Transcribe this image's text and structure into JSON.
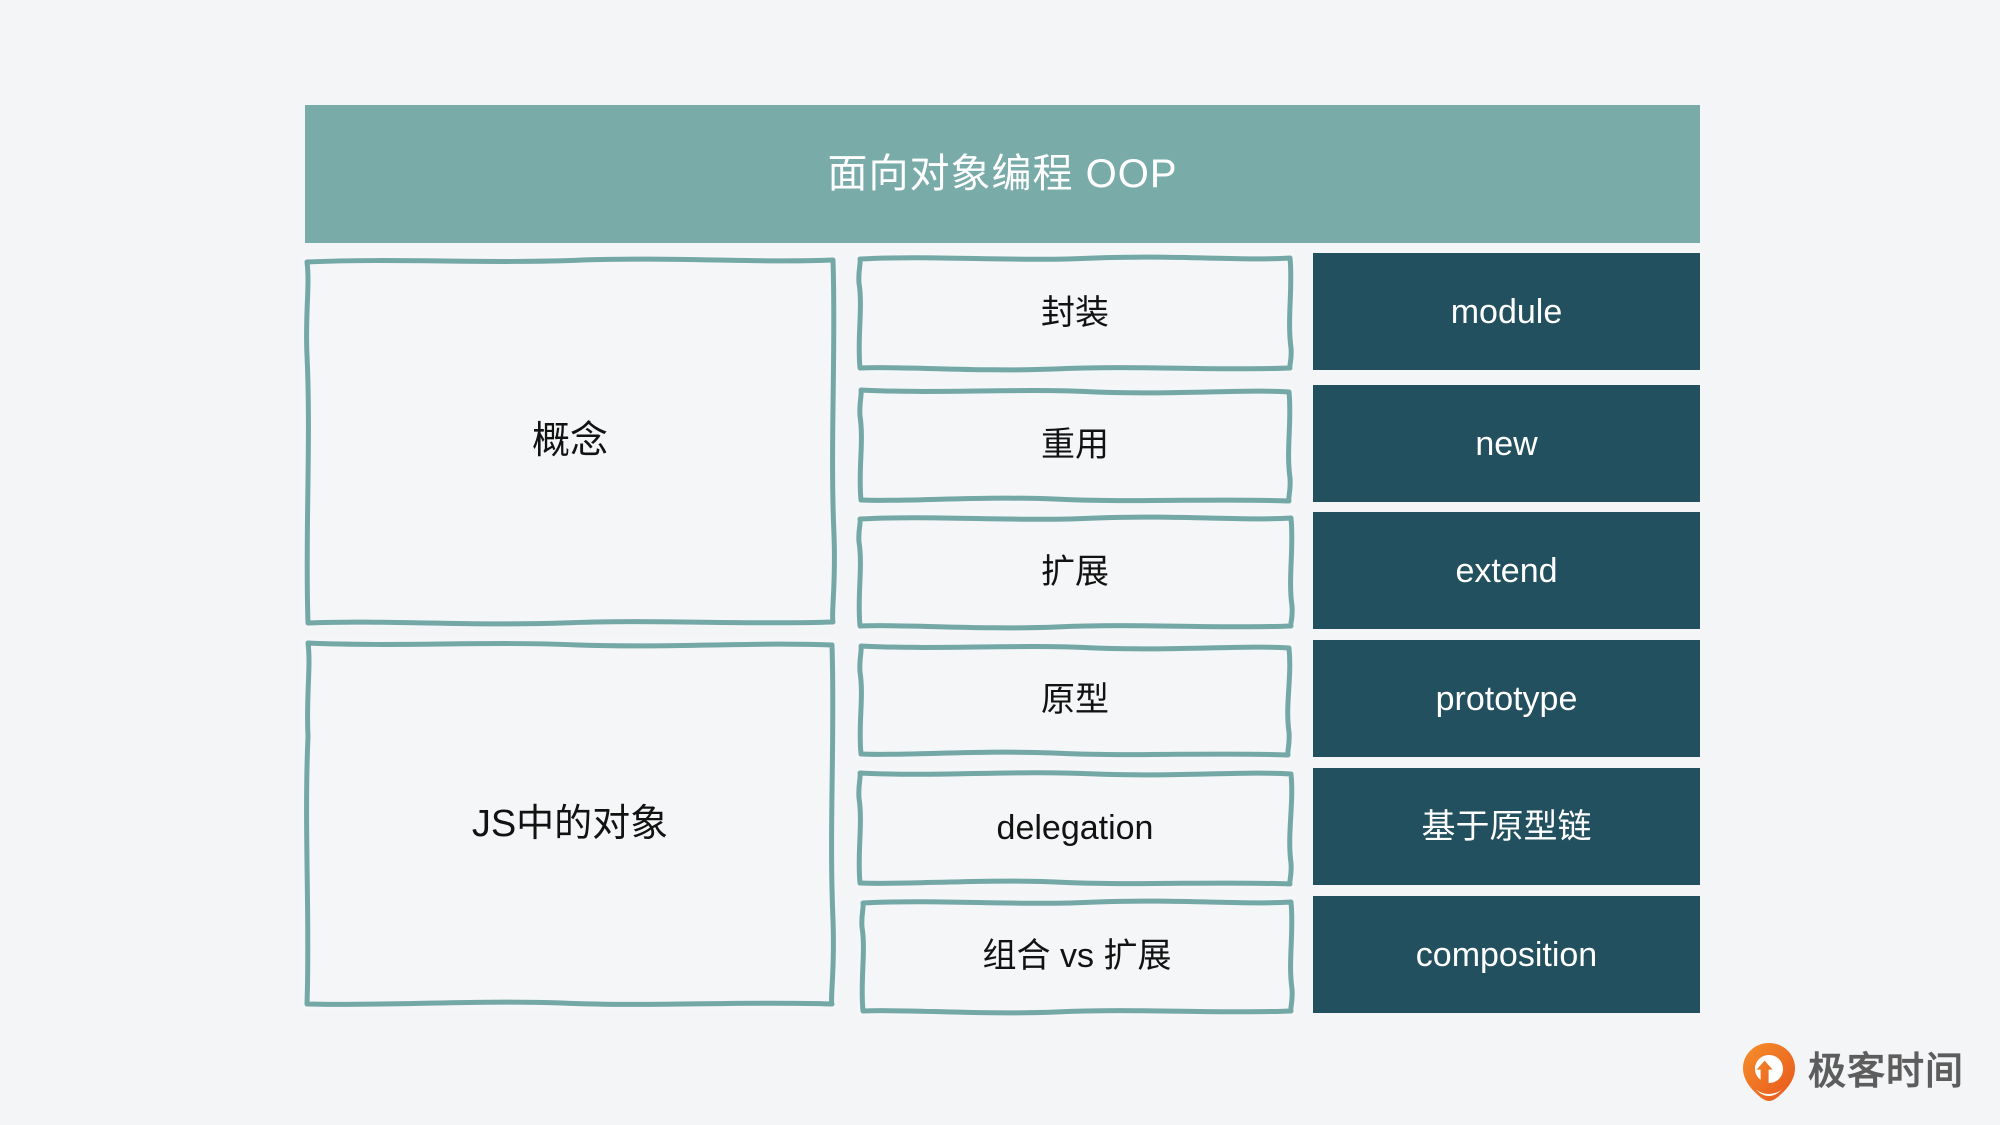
{
  "header": {
    "title": "面向对象编程 OOP"
  },
  "colors": {
    "background": "#f3f5f7",
    "header_teal": "#79aba9",
    "outline_teal": "#74a8a6",
    "dark_teal": "#22505f",
    "text_dark": "#121212",
    "text_light": "#ffffff",
    "brand_orange": "#ef7522",
    "brand_gray": "#5d5d5d"
  },
  "columns": {
    "category": [
      {
        "label": "概念"
      },
      {
        "label": "JS中的对象"
      }
    ],
    "concept": [
      {
        "label": "封装"
      },
      {
        "label": "重用"
      },
      {
        "label": "扩展"
      },
      {
        "label": "原型"
      },
      {
        "label": "delegation"
      },
      {
        "label": "组合 vs 扩展"
      }
    ],
    "mechanism": [
      {
        "label": "module"
      },
      {
        "label": "new"
      },
      {
        "label": "extend"
      },
      {
        "label": "prototype"
      },
      {
        "label": "基于原型链"
      },
      {
        "label": "composition"
      }
    ]
  },
  "brand": {
    "name": "极客时间",
    "logo_icon": "geektime-pin-icon"
  }
}
